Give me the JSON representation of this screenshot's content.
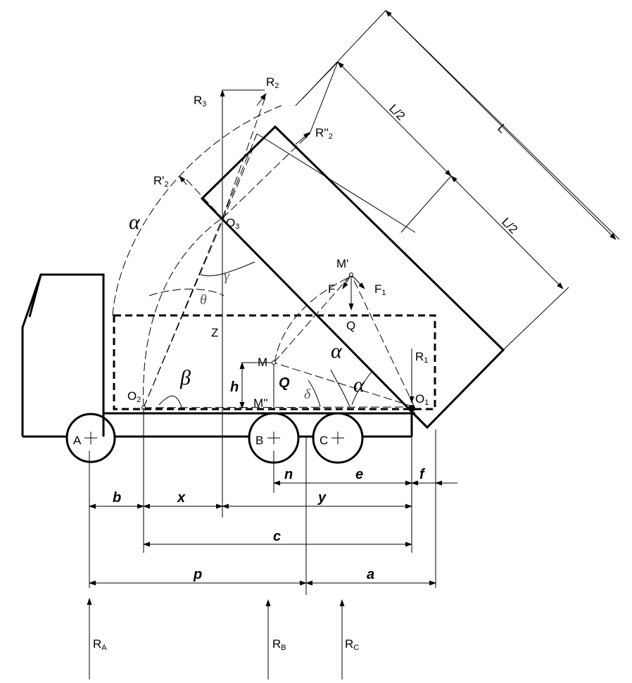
{
  "labels": {
    "R2": "R",
    "R2_sub": "2",
    "R3": "R",
    "R3_sub": "3",
    "R2pp": "R''",
    "R2pp_sub": "2",
    "R2p": "R'",
    "R2p_sub": "2",
    "L": "L",
    "L_half_top": "L/2",
    "L_half_bottom": "L/2",
    "alpha_left": "α",
    "O3": "O",
    "O3_sub": "3",
    "gamma": "γ",
    "theta": "θ",
    "Z": "Z",
    "Mprime": "M'",
    "F": "F",
    "F1": "F",
    "F1_sub": "1",
    "Q_upper": "Q",
    "R1": "R",
    "R1_sub": "1",
    "alpha_mid": "α",
    "alpha_right": "α",
    "M": "M",
    "h": "h",
    "Q_lower": "Q",
    "delta": "δ",
    "beta": "β",
    "O2": "O",
    "O2_sub": "2",
    "Mpp": "M''",
    "O1": "O",
    "O1_sub": "1",
    "A": "A",
    "B": "B",
    "C": "C",
    "n": "n",
    "e": "e",
    "f": "f",
    "b": "b",
    "x": "x",
    "y": "y",
    "c": "c",
    "p": "p",
    "a": "a",
    "RA": "R",
    "RA_sub": "A",
    "RB": "R",
    "RB_sub": "B",
    "RC": "R",
    "RC_sub": "C"
  }
}
